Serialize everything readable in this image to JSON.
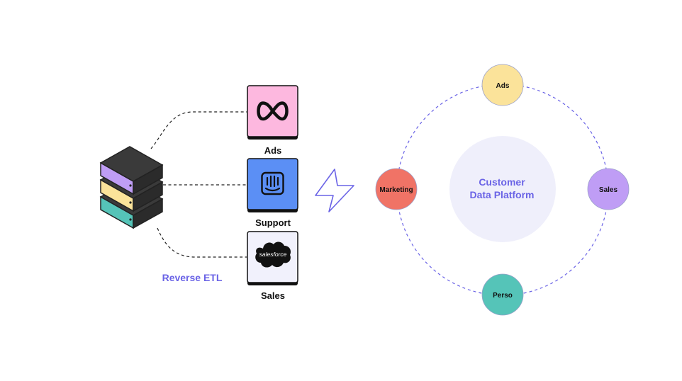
{
  "reverse_etl": {
    "label": "Reverse ETL",
    "destinations": [
      {
        "label": "Ads",
        "logo": "meta-logo-icon",
        "color": "#fdb8df"
      },
      {
        "label": "Support",
        "logo": "intercom-logo-icon",
        "color": "#5b8ff5"
      },
      {
        "label": "Sales",
        "logo": "salesforce-logo-icon",
        "color": "#f1f1fc",
        "logo_text": "salesforce"
      }
    ],
    "database_layer_colors": [
      "#bf9df5",
      "#fbe39a",
      "#55c4b8"
    ]
  },
  "connector": {
    "icon": "lightning-bolt-icon",
    "color": "#6a63e6"
  },
  "cdp": {
    "center_title_line1": "Customer",
    "center_title_line2": "Data Platform",
    "center_color": "#efeffb",
    "ring_color": "#6a63e6",
    "nodes": [
      {
        "label": "Ads",
        "color": "#fbe39a"
      },
      {
        "label": "Sales",
        "color": "#bf9df5"
      },
      {
        "label": "Perso",
        "color": "#55c4b8"
      },
      {
        "label": "Marketing",
        "color": "#f07366"
      }
    ]
  }
}
